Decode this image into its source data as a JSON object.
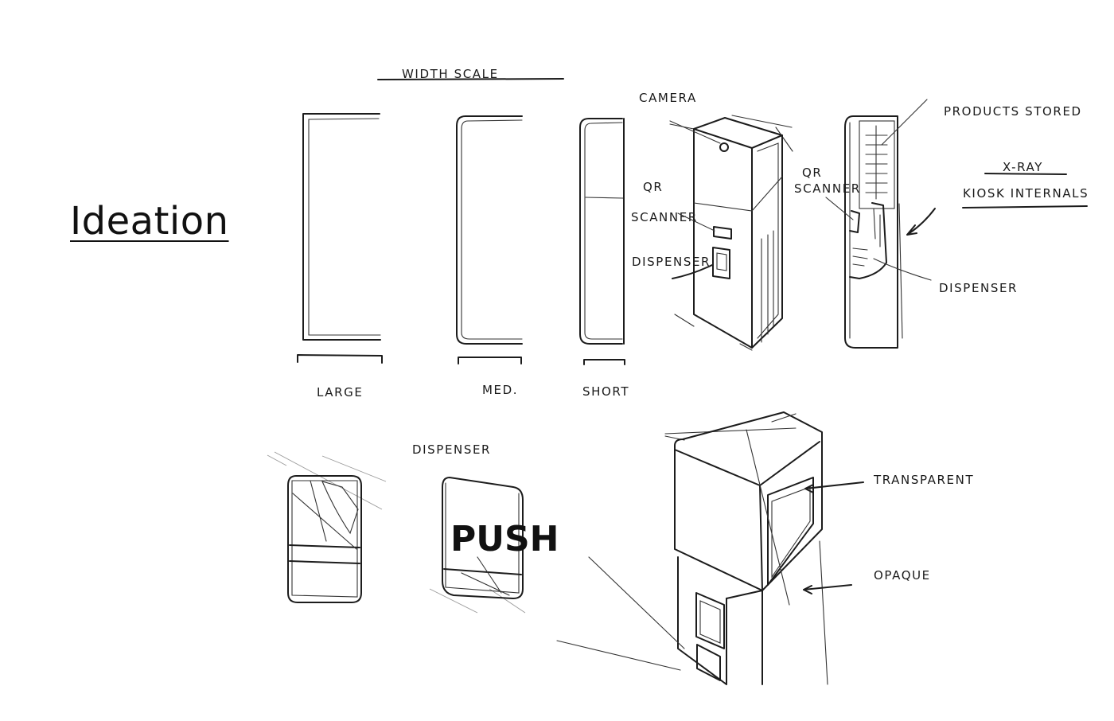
{
  "title": "Ideation",
  "labels": {
    "width_scale": "WIDTH SCALE",
    "large": "LARGE",
    "med": "MED.",
    "short": "SHORT",
    "camera": "CAMERA",
    "qr": "QR",
    "scanner": "SCANNER",
    "dispenser_kiosk": "DISPENSER",
    "qr_scanner_line1": "QR",
    "qr_scanner_line2": "SCANNER",
    "products_stored": "PRODUCTS STORED",
    "xray": "X-RAY",
    "kiosk_internals": "KIOSK INTERNALS",
    "dispenser_xray": "DISPENSER",
    "dispenser_heading": "DISPENSER",
    "push": "PUSH",
    "transparent": "TRANSPARENT",
    "opaque": "OPAQUE"
  },
  "colors": {
    "ink": "#1c1c1c",
    "paper": "#ffffff"
  }
}
